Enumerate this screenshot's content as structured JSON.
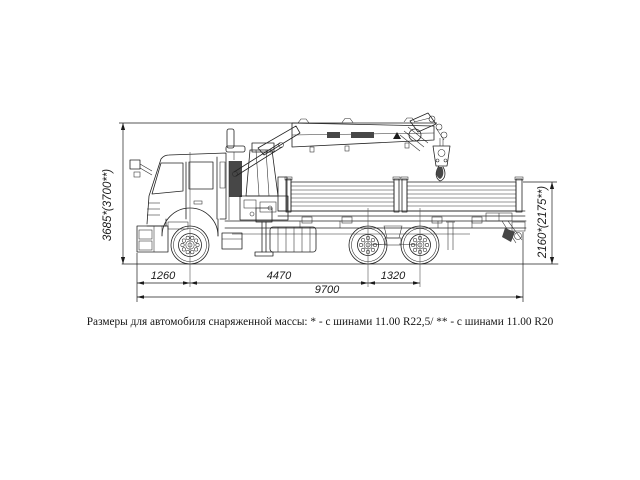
{
  "page": {
    "background": "#ffffff",
    "line_color": "#222222",
    "dark_fill": "#474747"
  },
  "drawing": {
    "type": "technical-side-view",
    "subject": "flatbed truck with knuckle-boom loader crane",
    "dimensions": {
      "overall_height": "3685*(3700**)",
      "platform_height": "2160*(2175**)",
      "front_overhang": "1260",
      "wheelbase": "4470",
      "rear_bogie_spacing": "1320",
      "overall_length": "9700"
    },
    "caption": "Размеры для автомобиля снаряженной массы: * - с шинами 11.00 R22,5/ ** - с шинами 11.00 R20"
  }
}
